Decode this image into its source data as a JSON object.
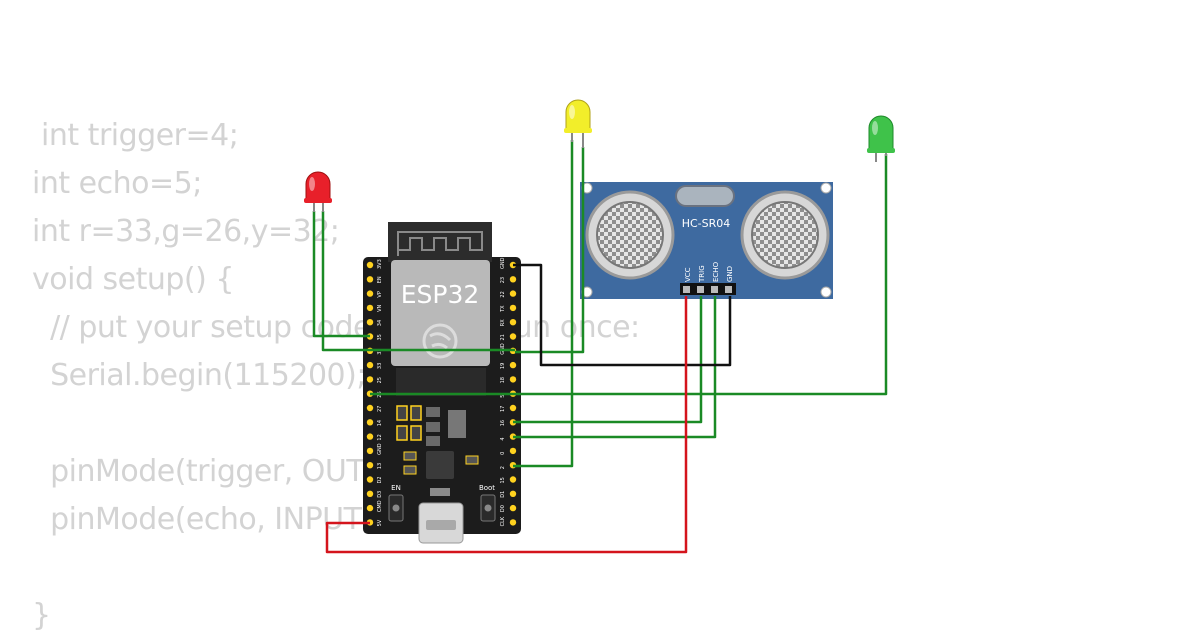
{
  "code": {
    "lines": [
      " int trigger=4;",
      "int echo=5;",
      "int r=33,g=26,y=32;",
      "void setup() {",
      "  // put your setup code here, to run once:",
      "  Serial.begin(115200);",
      "",
      "  pinMode(trigger, OUTPUT);",
      "  pinMode(echo, INPUT);",
      "",
      "}"
    ]
  },
  "board": {
    "name": "ESP32",
    "left_pins": [
      "3V3",
      "EN",
      "VP",
      "VN",
      "34",
      "35",
      "32",
      "33",
      "25",
      "26",
      "27",
      "14",
      "12",
      "GND",
      "13",
      "D2",
      "D3",
      "CMD",
      "5V"
    ],
    "right_pins": [
      "GND",
      "23",
      "22",
      "TX",
      "RX",
      "21",
      "GND",
      "19",
      "18",
      "5",
      "17",
      "16",
      "4",
      "0",
      "2",
      "15",
      "D1",
      "D0",
      "CLK"
    ],
    "buttons": {
      "en": "EN",
      "boot": "Boot"
    }
  },
  "sensor": {
    "model": "HC-SR04",
    "pins": [
      "VCC",
      "TRIG",
      "ECHO",
      "GND"
    ]
  },
  "leds": [
    {
      "name": "red",
      "color": "#e8202a"
    },
    {
      "name": "yellow",
      "color": "#f2ee2a"
    },
    {
      "name": "green",
      "color": "#3fc24a"
    }
  ],
  "wire_colors": {
    "signal": "#1a8a25",
    "power": "#d4141c",
    "ground": "#111111"
  }
}
